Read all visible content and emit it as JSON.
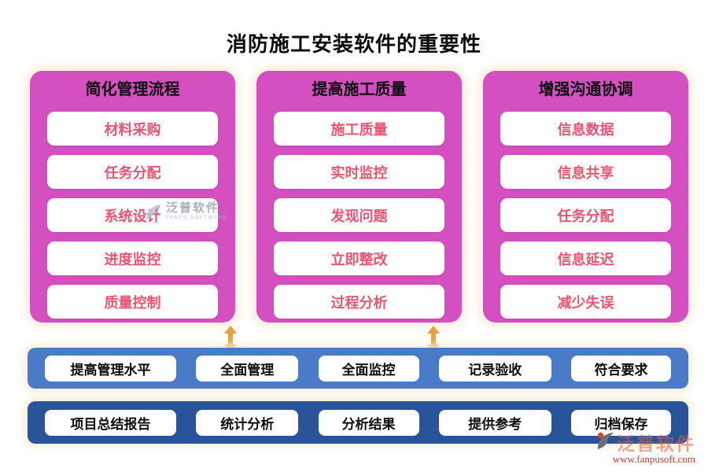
{
  "title": "消防施工安装软件的重要性",
  "columns": [
    {
      "header": "简化管理流程",
      "items": [
        "材料采购",
        "任务分配",
        "系统设计",
        "进度监控",
        "质量控制"
      ]
    },
    {
      "header": "提高施工质量",
      "items": [
        "施工质量",
        "实时监控",
        "发现问题",
        "立即整改",
        "过程分析"
      ]
    },
    {
      "header": "增强沟通协调",
      "items": [
        "信息数据",
        "信息共享",
        "任务分配",
        "信息延迟",
        "减少失误"
      ]
    }
  ],
  "bars": [
    {
      "items": [
        "提高管理水平",
        "全面管理",
        "全面监控",
        "记录验收",
        "符合要求"
      ]
    },
    {
      "items": [
        "项目总结报告",
        "统计分析",
        "分析结果",
        "提供参考",
        "归档保存"
      ]
    }
  ],
  "watermarks": {
    "center": {
      "brand": "泛普软件",
      "sub": "FANPU SOFTWARE"
    },
    "corner": {
      "brand": "泛普软件",
      "url": "www.fanpusoft.com"
    }
  },
  "icons": {
    "arrows": "up-down-arrow",
    "center_logo": "fanpu-swoosh-logo",
    "corner_logo": "fanpu-circle-logo"
  },
  "colors": {
    "column_bg": "#d44fc0",
    "item_text": "#ec5570",
    "bar1_bg": "#4a7bc9",
    "bar2_bg": "#2a5499",
    "arrow": "#e9a23b",
    "glow": "#f7ecd6",
    "title_text": "#0b0b0b"
  }
}
